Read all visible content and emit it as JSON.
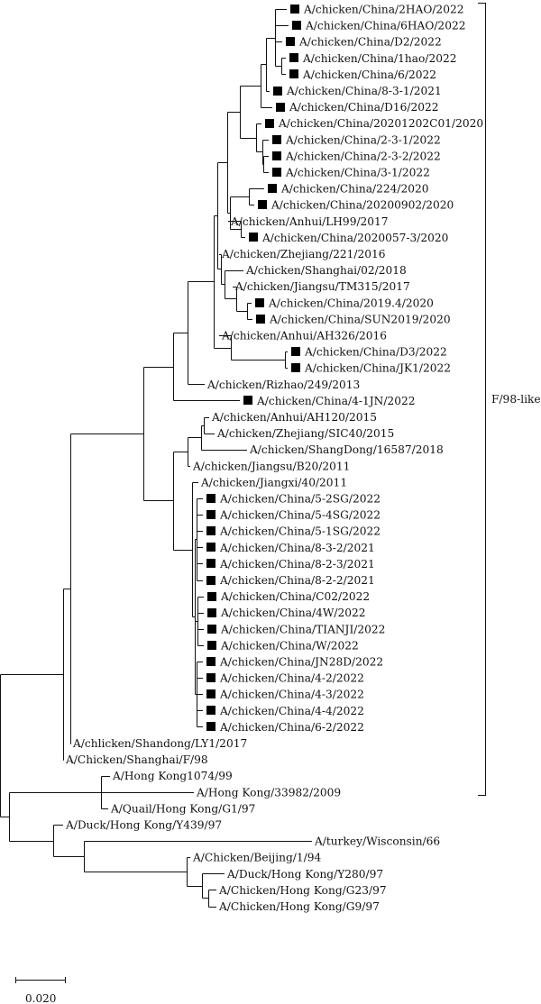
{
  "clade_label": "F/98-like",
  "scale_bar_label": "0.020",
  "leaves": [
    "A/chicken/China/2HAO/2022",
    "A/chicken/China/6HAO/2022",
    "A/chicken/China/D2/2022",
    "A/chicken/China/1hao/2022",
    "A/chicken/China/6/2022",
    "A/chicken/China/8-3-1/2021",
    "A/chicken/China/D16/2022",
    "A/chicken/China/20201202C01/2020",
    "A/chicken/China/2-3-1/2022",
    "A/chicken/China/2-3-2/2022",
    "A/chicken/China/3-1/2022",
    "A/chicken/China/224/2020",
    "A/chicken/China/20200902/2020",
    "A/chicken/Anhui/LH99/2017",
    "A/chicken/China/2020057-3/2020",
    "A/chicken/Zhejiang/221/2016",
    "A/chicken/Shanghai/02/2018",
    "A/chicken/Jiangsu/TM315/2017",
    "A/chicken/China/2019.4/2020",
    "A/chicken/China/SUN2019/2020",
    "A/chicken/Anhui/AH326/2016",
    "A/chicken/China/D3/2022",
    "A/chicken/China/JK1/2022",
    "A/chicken/Rizhao/249/2013",
    "A/chicken/China/4-1JN/2022",
    "A/chicken/Anhui/AH120/2015",
    "A/chicken/Zhejiang/SIC40/2015",
    "A/chicken/ShangDong/16587/2018",
    "A/chicken/Jiangsu/B20/2011",
    "A/chicken/Jiangxi/40/2011",
    "A/chicken/China/5-2SG/2022",
    "A/chicken/China/5-4SG/2022",
    "A/chicken/China/5-1SG/2022",
    "A/chicken/China/8-3-2/2021",
    "A/chicken/China/8-2-3/2021",
    "A/chicken/China/8-2-2/2021",
    "A/chicken/China/C02/2022",
    "A/chicken/China/4W/2022",
    "A/chicken/China/TIANJI/2022",
    "A/chicken/China/W/2022",
    "A/chicken/China/JN28D/2022",
    "A/chicken/China/4-2/2022",
    "A/chicken/China/4-3/2022",
    "A/chicken/China/4-4/2022",
    "A/chicken/China/6-2/2022",
    "A/chlicken/Shandong/LY1/2017",
    "A/Chicken/Shanghai/F/98",
    "A/Hong Kong1074/99",
    "A/Hong Kong/33982/2009",
    "A/Quail/Hong Kong/G1/97",
    "A/Duck/Hong Kong/Y439/97",
    "A/turkey/Wisconsin/66",
    "A/Chicken/Beijing/1/94",
    "A/Duck/Hong Kong/Y280/97",
    "A/Chicken/Hong Kong/G23/97",
    "A/Chicken/Hong Kong/G9/97"
  ],
  "marked_leaves": [
    "A/chicken/China/2HAO/2022",
    "A/chicken/China/6HAO/2022",
    "A/chicken/China/D2/2022",
    "A/chicken/China/1hao/2022",
    "A/chicken/China/6/2022",
    "A/chicken/China/8-3-1/2021",
    "A/chicken/China/D16/2022",
    "A/chicken/China/20201202C01/2020",
    "A/chicken/China/2-3-1/2022",
    "A/chicken/China/2-3-2/2022",
    "A/chicken/China/3-1/2022",
    "A/chicken/China/224/2020",
    "A/chicken/China/20200902/2020",
    "A/chicken/China/2020057-3/2020",
    "A/chicken/China/2019.4/2020",
    "A/chicken/China/SUN2019/2020",
    "A/chicken/China/D3/2022",
    "A/chicken/China/JK1/2022",
    "A/chicken/China/4-1JN/2022",
    "A/chicken/China/5-2SG/2022",
    "A/chicken/China/5-4SG/2022",
    "A/chicken/China/5-1SG/2022",
    "A/chicken/China/8-3-2/2021",
    "A/chicken/China/8-2-3/2021",
    "A/chicken/China/8-2-2/2021",
    "A/chicken/China/C02/2022",
    "A/chicken/China/4W/2022",
    "A/chicken/China/TIANJI/2022",
    "A/chicken/China/W/2022",
    "A/chicken/China/JN28D/2022",
    "A/chicken/China/4-2/2022",
    "A/chicken/China/4-3/2022",
    "A/chicken/China/4-4/2022",
    "A/chicken/China/6-2/2022"
  ],
  "clade_members": {
    "first": "A/chicken/China/2HAO/2022",
    "last": "A/Chicken/Shanghai/F/98"
  },
  "colors": {
    "ink": "#111111",
    "marker": "#000000",
    "background": "#ffffff"
  }
}
